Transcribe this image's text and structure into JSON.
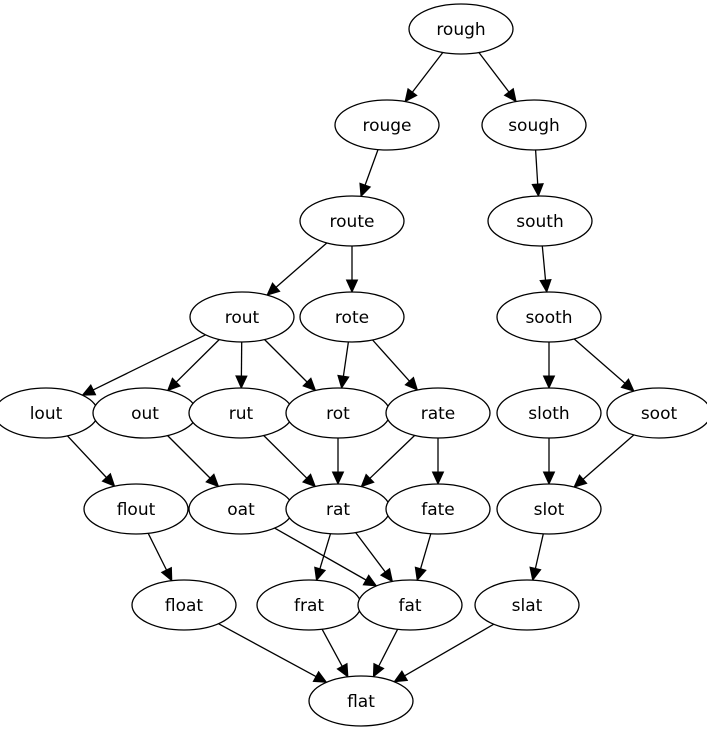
{
  "graph": {
    "nodes": [
      {
        "id": "rough",
        "label": "rough"
      },
      {
        "id": "rouge",
        "label": "rouge"
      },
      {
        "id": "sough",
        "label": "sough"
      },
      {
        "id": "route",
        "label": "route"
      },
      {
        "id": "south",
        "label": "south"
      },
      {
        "id": "rout",
        "label": "rout"
      },
      {
        "id": "rote",
        "label": "rote"
      },
      {
        "id": "sooth",
        "label": "sooth"
      },
      {
        "id": "lout",
        "label": "lout"
      },
      {
        "id": "out",
        "label": "out"
      },
      {
        "id": "rut",
        "label": "rut"
      },
      {
        "id": "rot",
        "label": "rot"
      },
      {
        "id": "rate",
        "label": "rate"
      },
      {
        "id": "sloth",
        "label": "sloth"
      },
      {
        "id": "soot",
        "label": "soot"
      },
      {
        "id": "flout",
        "label": "flout"
      },
      {
        "id": "oat",
        "label": "oat"
      },
      {
        "id": "rat",
        "label": "rat"
      },
      {
        "id": "fate",
        "label": "fate"
      },
      {
        "id": "slot",
        "label": "slot"
      },
      {
        "id": "float",
        "label": "float"
      },
      {
        "id": "frat",
        "label": "frat"
      },
      {
        "id": "fat",
        "label": "fat"
      },
      {
        "id": "slat",
        "label": "slat"
      },
      {
        "id": "flat",
        "label": "flat"
      }
    ],
    "edges": [
      [
        "rough",
        "rouge"
      ],
      [
        "rough",
        "sough"
      ],
      [
        "rouge",
        "route"
      ],
      [
        "sough",
        "south"
      ],
      [
        "route",
        "rout"
      ],
      [
        "route",
        "rote"
      ],
      [
        "south",
        "sooth"
      ],
      [
        "rout",
        "lout"
      ],
      [
        "rout",
        "out"
      ],
      [
        "rout",
        "rut"
      ],
      [
        "rout",
        "rot"
      ],
      [
        "rote",
        "rot"
      ],
      [
        "rote",
        "rate"
      ],
      [
        "sooth",
        "sloth"
      ],
      [
        "sooth",
        "soot"
      ],
      [
        "lout",
        "flout"
      ],
      [
        "out",
        "oat"
      ],
      [
        "rut",
        "rat"
      ],
      [
        "rot",
        "rat"
      ],
      [
        "rate",
        "rat"
      ],
      [
        "rate",
        "fate"
      ],
      [
        "sloth",
        "slot"
      ],
      [
        "soot",
        "slot"
      ],
      [
        "flout",
        "float"
      ],
      [
        "oat",
        "fat"
      ],
      [
        "rat",
        "frat"
      ],
      [
        "rat",
        "fat"
      ],
      [
        "fate",
        "fat"
      ],
      [
        "slot",
        "slat"
      ],
      [
        "float",
        "flat"
      ],
      [
        "frat",
        "flat"
      ],
      [
        "fat",
        "flat"
      ],
      [
        "slat",
        "flat"
      ]
    ]
  }
}
